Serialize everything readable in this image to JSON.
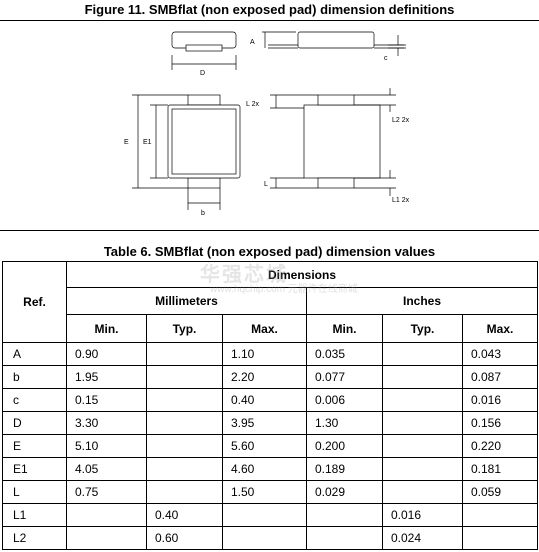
{
  "figure": {
    "title": "Figure 11. SMBflat (non exposed pad) dimension definitions",
    "labels": {
      "A": "A",
      "c": "c",
      "D": "D",
      "L2x": "L 2x",
      "L2_2x": "L2 2x",
      "E": "E",
      "E1": "E1",
      "L": "L",
      "L1_2x": "L1 2x",
      "b": "b"
    }
  },
  "watermark": {
    "main": "华强芯城",
    "sub": "www.hqchip.com 元器件在线商城"
  },
  "table": {
    "title": "Table 6. SMBflat (non exposed pad) dimension values",
    "header_ref": "Ref.",
    "header_dimensions": "Dimensions",
    "header_mm": "Millimeters",
    "header_in": "Inches",
    "sub_headers": [
      "Min.",
      "Typ.",
      "Max.",
      "Min.",
      "Typ.",
      "Max."
    ],
    "rows": [
      {
        "ref": "A",
        "mm_min": "0.90",
        "mm_typ": "",
        "mm_max": "1.10",
        "in_min": "0.035",
        "in_typ": "",
        "in_max": "0.043"
      },
      {
        "ref": "b",
        "mm_min": "1.95",
        "mm_typ": "",
        "mm_max": "2.20",
        "in_min": "0.077",
        "in_typ": "",
        "in_max": "0.087"
      },
      {
        "ref": "c",
        "mm_min": "0.15",
        "mm_typ": "",
        "mm_max": "0.40",
        "in_min": "0.006",
        "in_typ": "",
        "in_max": "0.016"
      },
      {
        "ref": "D",
        "mm_min": "3.30",
        "mm_typ": "",
        "mm_max": "3.95",
        "in_min": "1.30",
        "in_typ": "",
        "in_max": "0.156"
      },
      {
        "ref": "E",
        "mm_min": "5.10",
        "mm_typ": "",
        "mm_max": "5.60",
        "in_min": "0.200",
        "in_typ": "",
        "in_max": "0.220"
      },
      {
        "ref": "E1",
        "mm_min": "4.05",
        "mm_typ": "",
        "mm_max": "4.60",
        "in_min": "0.189",
        "in_typ": "",
        "in_max": "0.181"
      },
      {
        "ref": "L",
        "mm_min": "0.75",
        "mm_typ": "",
        "mm_max": "1.50",
        "in_min": "0.029",
        "in_typ": "",
        "in_max": "0.059"
      },
      {
        "ref": "L1",
        "mm_min": "",
        "mm_typ": "0.40",
        "mm_max": "",
        "in_min": "",
        "in_typ": "0.016",
        "in_max": ""
      },
      {
        "ref": "L2",
        "mm_min": "",
        "mm_typ": "0.60",
        "mm_max": "",
        "in_min": "",
        "in_typ": "0.024",
        "in_max": ""
      }
    ]
  }
}
